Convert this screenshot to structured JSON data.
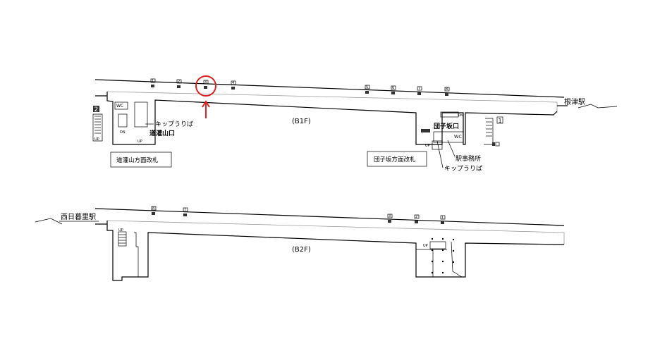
{
  "floors": {
    "b1f": {
      "label": "(B1F)",
      "station_right": "根津駅",
      "car_numbers": [
        "1",
        "2",
        "3",
        "4",
        "5",
        "6",
        "7",
        "8"
      ],
      "exit_2": "2",
      "exit_1": "1",
      "wc": "WC",
      "dn": "DN",
      "up": "UP",
      "ticket_left": "キップうりば",
      "exit_dokanyama": "道灌山口",
      "gate_dokanyama": "道灌山方面改札",
      "exit_dangozaka": "団子坂口",
      "wc2": "WC",
      "station_office": "駅事務所",
      "ticket_right": "キップうりば",
      "gate_dangozaka": "団子坂方面改札",
      "elevator_label": "E"
    },
    "b2f": {
      "label": "(B2F)",
      "station_left": "西日暮里駅",
      "car_numbers": [
        "8",
        "7",
        "3",
        "2",
        "1"
      ],
      "up_left": "UP",
      "up_right": "UP"
    }
  },
  "highlight": {
    "color": "#e02020",
    "target_car": "3"
  }
}
